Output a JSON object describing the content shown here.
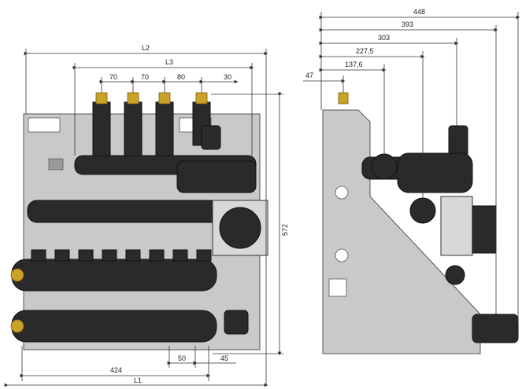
{
  "front_view": {
    "dimensions": {
      "L2": "L2",
      "L3": "L3",
      "spacing_1": "70",
      "spacing_2": "70",
      "spacing_3": "80",
      "spacing_4": "30",
      "height": "572",
      "width_bottom": "424",
      "L1": "L1",
      "offset_50": "50",
      "offset_45": "45"
    }
  },
  "side_view": {
    "dimensions": {
      "d448": "448",
      "d393": "393",
      "d303": "303",
      "d227": "227,5",
      "d137": "137,6",
      "d47": "47"
    }
  },
  "colors": {
    "plate": "#c9c9c9",
    "pipe": "#2a2a2a",
    "brass": "#c9a227"
  }
}
